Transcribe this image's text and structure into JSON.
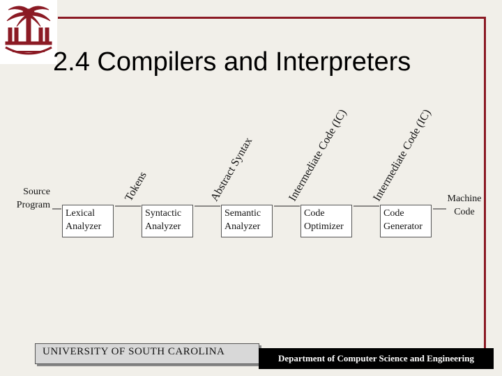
{
  "slide": {
    "title": "2.4  Compilers and Interpreters",
    "input_label": [
      "Source",
      "Program"
    ],
    "output_label": [
      "Machine",
      "Code"
    ]
  },
  "phases": [
    [
      "Lexical",
      "Analyzer"
    ],
    [
      "Syntactic",
      "Analyzer"
    ],
    [
      "Semantic",
      "Analyzer"
    ],
    [
      "Code",
      "Optimizer"
    ],
    [
      "Code",
      "Generator"
    ]
  ],
  "intermediates": [
    "Tokens",
    "Abstract Syntax",
    "Intermediate Code (IC)",
    "Intermediate Code (IC)"
  ],
  "footer": {
    "left": "UNIVERSITY OF SOUTH CAROLINA",
    "right": "Department of Computer Science and Engineering"
  },
  "colors": {
    "frame": "#8b1a24",
    "logo": "#8b1a24"
  }
}
